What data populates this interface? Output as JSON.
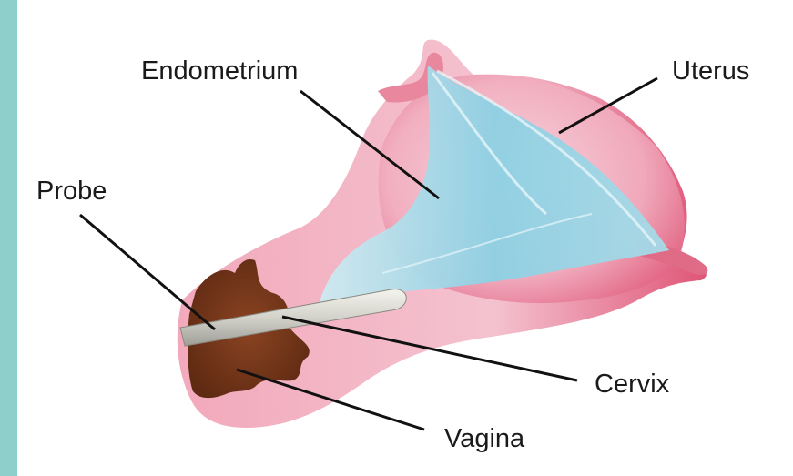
{
  "colors": {
    "side_band": "#8ecfcc",
    "background": "#ffffff",
    "uterus_tissue": "#f2b6c4",
    "uterus_outer": "#de5575",
    "endometrium": "#8dd0e3",
    "vagina_cavity": "#7a3a1c",
    "probe": "#d9d9d2",
    "leader_lines": "#111111"
  },
  "labels": {
    "endometrium": "Endometrium",
    "uterus": "Uterus",
    "probe": "Probe",
    "cervix": "Cervix",
    "vagina": "Vagina"
  }
}
